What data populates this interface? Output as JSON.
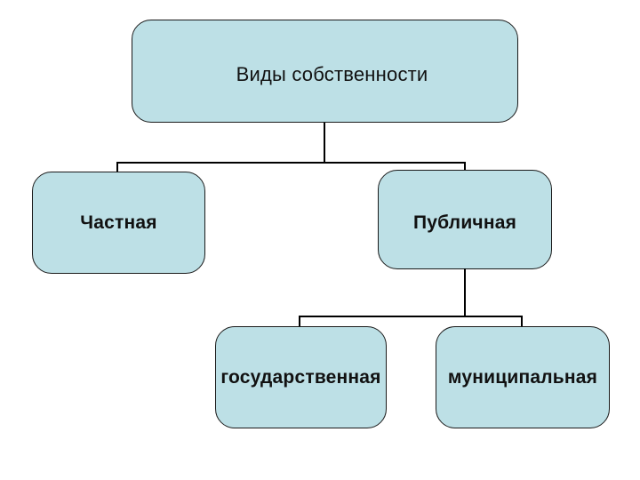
{
  "diagram": {
    "root": {
      "label": "Виды собственности"
    },
    "level1": [
      {
        "id": "private",
        "label": "Частная"
      },
      {
        "id": "public",
        "label": "Публичная"
      }
    ],
    "level2": [
      {
        "id": "state",
        "label": "государственная",
        "parent": "public"
      },
      {
        "id": "municipal",
        "label": "муниципальная",
        "parent": "public"
      }
    ],
    "style": {
      "node_fill": "#bde0e6",
      "node_border": "#1a1a1a",
      "connector_color": "#000000",
      "background": "#ffffff",
      "text_color": "#111111"
    }
  }
}
